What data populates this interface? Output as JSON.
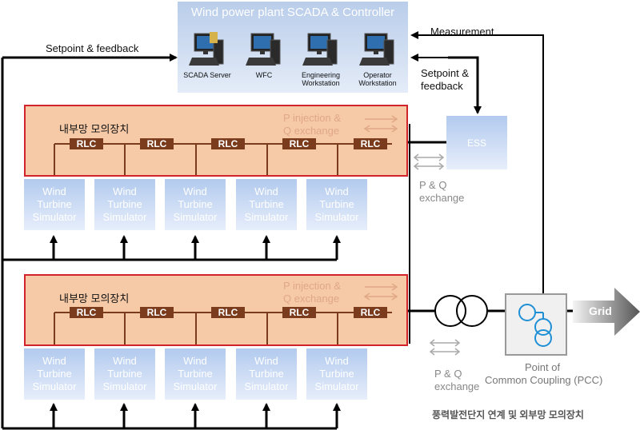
{
  "scada": {
    "title": "Wind power plant SCADA & Controller",
    "components": [
      {
        "label": "SCADA Server",
        "icon": "workstation-icon"
      },
      {
        "label": "WFC",
        "icon": "workstation-icon"
      },
      {
        "label": "Engineering Workstation",
        "icon": "workstation-icon"
      },
      {
        "label": "Operator Workstation",
        "icon": "workstation-icon"
      }
    ]
  },
  "labels": {
    "setpoint_feedback_left": "Setpoint & feedback",
    "measurement": "Measurement",
    "setpoint_feedback_right_1": "Setpoint &",
    "setpoint_feedback_right_2": "feedback"
  },
  "grid1": {
    "title": "내부망 모의장치",
    "pq_line1": "P injection &",
    "pq_line2": "Q exchange",
    "rlc": [
      "RLC",
      "RLC",
      "RLC",
      "RLC",
      "RLC"
    ]
  },
  "grid2": {
    "title": "내부망 모의장치",
    "pq_line1": "P injection &",
    "pq_line2": "Q exchange",
    "rlc": [
      "RLC",
      "RLC",
      "RLC",
      "RLC",
      "RLC"
    ]
  },
  "turbine": {
    "line1": "Wind",
    "line2": "Turbine",
    "line3": "Simulator"
  },
  "ess": {
    "label": "ESS"
  },
  "pq_exchange": {
    "line1": "P & Q",
    "line2": "exchange"
  },
  "pcc": {
    "line1": "Point of",
    "line2": "Common Coupling (PCC)"
  },
  "grid_arrow": {
    "label": "Grid"
  },
  "bottom_caption": "풍력발전단지 연계 및 외부망 모의장치",
  "colors": {
    "scada_bg": "#b9cdea",
    "grid_box_fill": "#f6c9a7",
    "grid_box_border": "#d0232a",
    "rlc_fill": "#7a3c1c",
    "turbine_fill": "#b2caee",
    "transformer_blue": "#1f8fd6"
  }
}
